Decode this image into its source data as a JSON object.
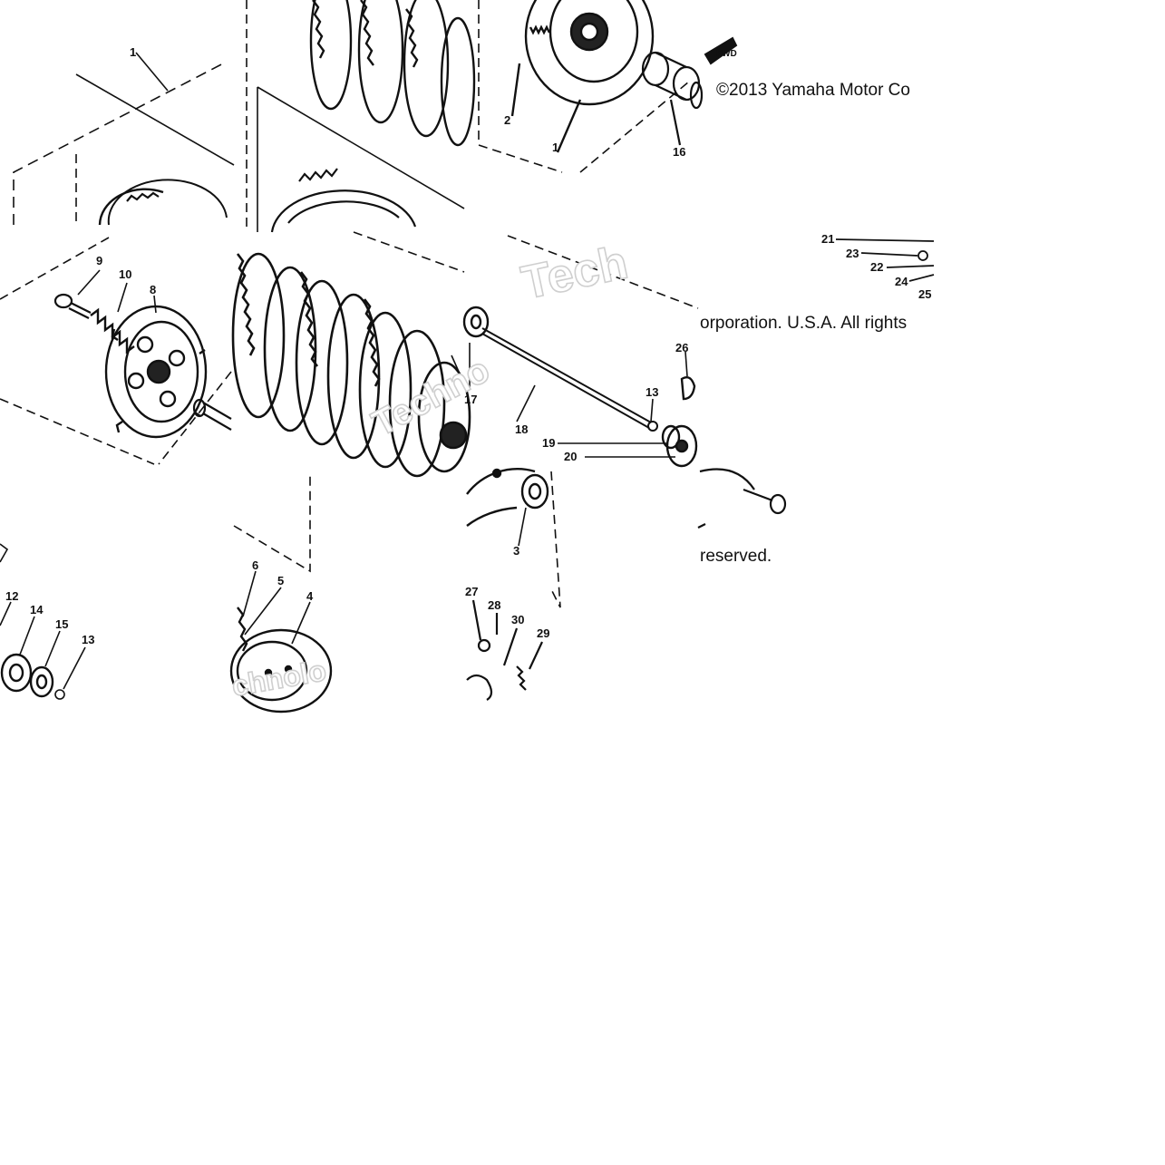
{
  "copyright": {
    "line1": "©2013 Yamaha Motor Co",
    "line2": "orporation. U.S.A. All rights",
    "line3": "reserved."
  },
  "watermark": {
    "fragment1": "Tech",
    "fragment2": "Techno",
    "fragment3": "chnolo"
  },
  "fwd_label": "FWD",
  "callouts": {
    "c1": "1",
    "c1b": "1",
    "c2": "2",
    "c3": "3",
    "c4": "4",
    "c5": "5",
    "c6": "6",
    "c8": "8",
    "c9": "9",
    "c10": "10",
    "c12": "12",
    "c13a": "13",
    "c13b": "13",
    "c14": "14",
    "c15": "15",
    "c16": "16",
    "c17": "17",
    "c18": "18",
    "c19": "19",
    "c20": "20",
    "c21": "21",
    "c22": "22",
    "c23": "23",
    "c24": "24",
    "c25": "25",
    "c26": "26",
    "c27": "27",
    "c28": "28",
    "c29": "29",
    "c30": "30"
  },
  "colors": {
    "ink": "#111111",
    "background": "#ffffff",
    "watermark_outline": "#cfcfcf"
  }
}
